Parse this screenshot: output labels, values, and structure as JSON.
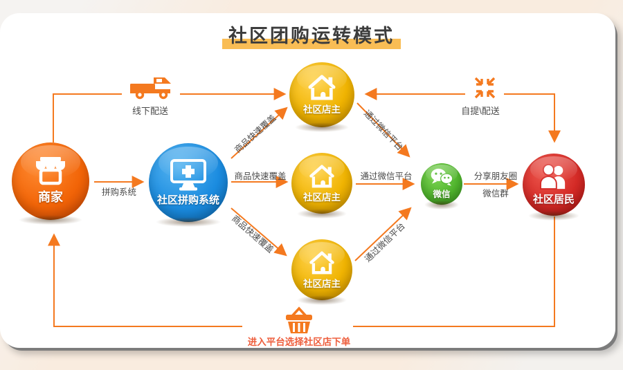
{
  "title": {
    "text": "社区团购运转模式"
  },
  "nodes": [
    {
      "id": "merchant",
      "label": "商家"
    },
    {
      "id": "group-buy-system",
      "label": "社区拼购系统"
    },
    {
      "id": "store-owner-top",
      "label": "社区店主"
    },
    {
      "id": "store-owner-middle",
      "label": "社区店主"
    },
    {
      "id": "store-owner-bottom",
      "label": "社区店主"
    },
    {
      "id": "wechat",
      "label": "微信"
    },
    {
      "id": "residents",
      "label": "社区居民"
    }
  ],
  "edges": {
    "offline_delivery": "线下配送",
    "pin_system": "拼购系统",
    "coverage_top": "商品快速覆盖",
    "coverage_middle": "商品快速覆盖",
    "coverage_bottom": "商品快速覆盖",
    "via_wechat_top": "通过微信平台",
    "via_wechat_middle": "通过微信平台",
    "via_wechat_bottom": "通过微信平台",
    "share_line1": "分享朋友圈",
    "share_line2": "微信群",
    "pickup_delivery": "自提\\配送",
    "order_note": "进入平台选择社区店下单"
  },
  "colors": {
    "merchant": "#f2660d",
    "system": "#1b8ce0",
    "store": "#f0b402",
    "wechat": "#4fb52c",
    "residents": "#d42a26",
    "arrow": "#f4791f",
    "label_text": "#4a4a4a",
    "order_note": "#ee5f3e",
    "title_highlight": "#f9bd55"
  }
}
